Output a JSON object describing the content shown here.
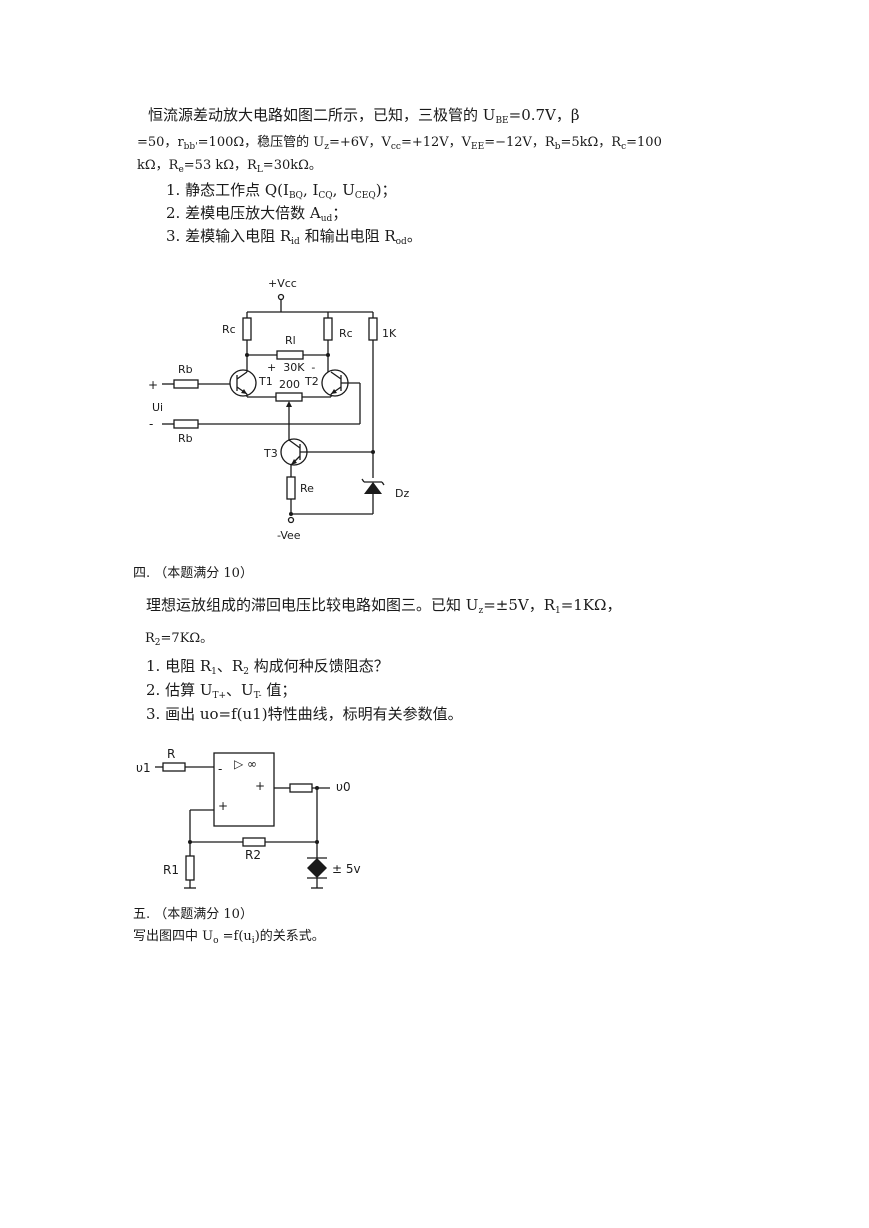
{
  "problem3": {
    "intro_a": "恒流源差动放大电路如图二所示，已知，三极管的 ",
    "ube_u": "U",
    "ube_sub": "BE",
    "ube_val": "=0.7V，β",
    "line2_a": "=50，",
    "rbb_r": "r",
    "rbb_sub": "bb'",
    "rbb_val": "=100Ω，稳压管的 ",
    "uz_u": "U",
    "uz_sub": "z",
    "uz_val": "=+6V，",
    "vcc_v": "V",
    "vcc_sub": "cc",
    "vcc_val": "=+12V，",
    "vee_v": "V",
    "vee_sub": "EE",
    "vee_val": "=−12V，",
    "rb_r": "R",
    "rb_sub": "b",
    "rb_val": "=5kΩ，",
    "rc_r": "R",
    "rc_sub": "c",
    "rc_val": "=100",
    "line3_a": "kΩ，",
    "re_r": "R",
    "re_sub": "e",
    "re_val": "=53 kΩ，",
    "rl_r": "R",
    "rl_sub": "L",
    "rl_val": "=30kΩ。",
    "q1_a": "1. 静态工作点 Q(I",
    "q1_s1": "BQ",
    "q1_b": ", I",
    "q1_s2": "CQ",
    "q1_c": ", U",
    "q1_s3": "CEQ",
    "q1_d": ")；",
    "q2_a": "2. 差模电压放大倍数 A",
    "q2_s": "ud",
    "q2_b": "；",
    "q3_a": "3. 差模输入电阻 R",
    "q3_s1": "id",
    "q3_b": " 和输出电阻 R",
    "q3_s2": "od",
    "q3_c": "。"
  },
  "circuit1": {
    "vcc": "+Vcc",
    "rc_left": "Rc",
    "rc_right": "Rc",
    "r_1k": "1K",
    "rl": "Rl",
    "rl_polarity": "+  30K  -",
    "pot": "200",
    "t1": "T1",
    "t2": "T2",
    "t3": "T3",
    "rb_top": "Rb",
    "rb_bottom": "Rb",
    "plus": "+",
    "minus": "-",
    "ui": "Ui",
    "re": "Re",
    "dz": "Dz",
    "vee": "-Vee"
  },
  "section4": {
    "header": "四. （本题满分 10）",
    "intro_a": "理想运放组成的滞回电压比较电路如图三。已知 ",
    "uz_u": "U",
    "uz_sub": "z",
    "uz_val": "=±5V，",
    "r1_r": "R",
    "r1_sub": "1",
    "r1_val": "=1KΩ，",
    "r2_r": "R",
    "r2_sub": "2",
    "r2_val": "=7KΩ。",
    "q1_a": "1. 电阻 R",
    "q1_s1": "1",
    "q1_b": "、R",
    "q1_s2": "2",
    "q1_c": " 构成何种反馈阻态？",
    "q2_a": "2. 估算 U",
    "q2_s1": "T+",
    "q2_b": "、U",
    "q2_s2": "T-",
    "q2_c": " 值；",
    "q3": "3. 画出 uo=f(u1)特性曲线，标明有关参数值。"
  },
  "circuit2": {
    "u1": "υ1",
    "r": "R",
    "minus": "-",
    "plus_out": "+",
    "plus_in": "+",
    "infinity": "▷ ∞",
    "u0": "υ0",
    "r1": "R1",
    "r2": "R2",
    "zener": "± 5v"
  },
  "section5": {
    "header": "五. （本题满分 10）",
    "text_a": "写出图四中 U",
    "text_s1": "o",
    "text_b": " =f(u",
    "text_s2": "i",
    "text_c": ")的关系式。"
  }
}
